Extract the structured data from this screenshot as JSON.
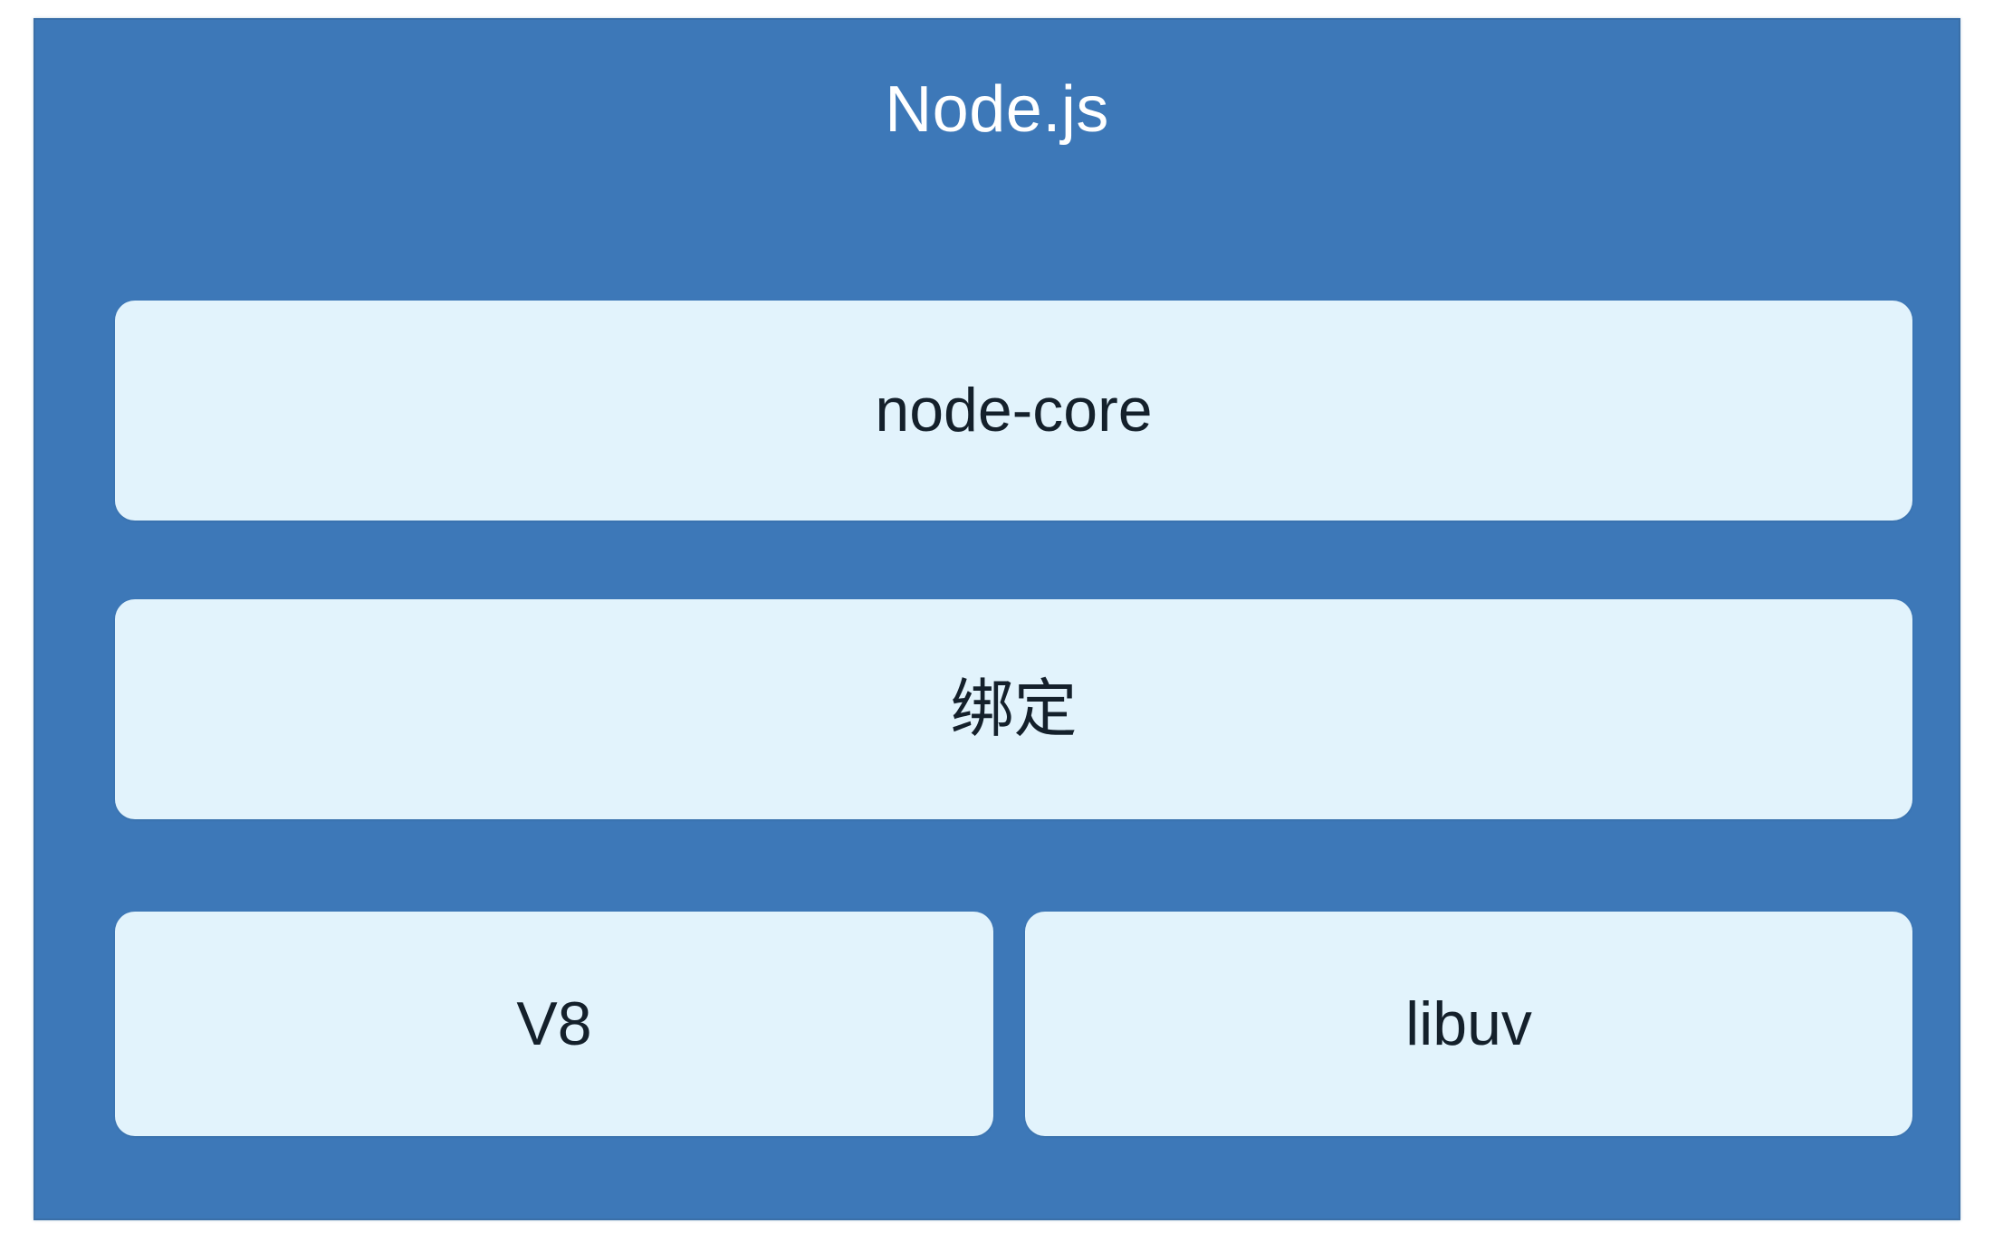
{
  "diagram": {
    "kind": "layered-architecture-diagram",
    "title": "Node.js",
    "colors": {
      "panel_background": "#3d78b8",
      "panel_border": "#3a6fa8",
      "box_fill": "#e2f3fc",
      "title_text": "#ffffff",
      "box_text": "#14202b",
      "page_background": "#ffffff"
    },
    "layers": [
      {
        "id": "node-core",
        "label": "node-core",
        "row": 1,
        "span": "full"
      },
      {
        "id": "bindings",
        "label": "绑定",
        "row": 2,
        "span": "full"
      },
      {
        "id": "v8",
        "label": "V8",
        "row": 3,
        "span": "half-left"
      },
      {
        "id": "libuv",
        "label": "libuv",
        "row": 3,
        "span": "half-right"
      }
    ]
  }
}
